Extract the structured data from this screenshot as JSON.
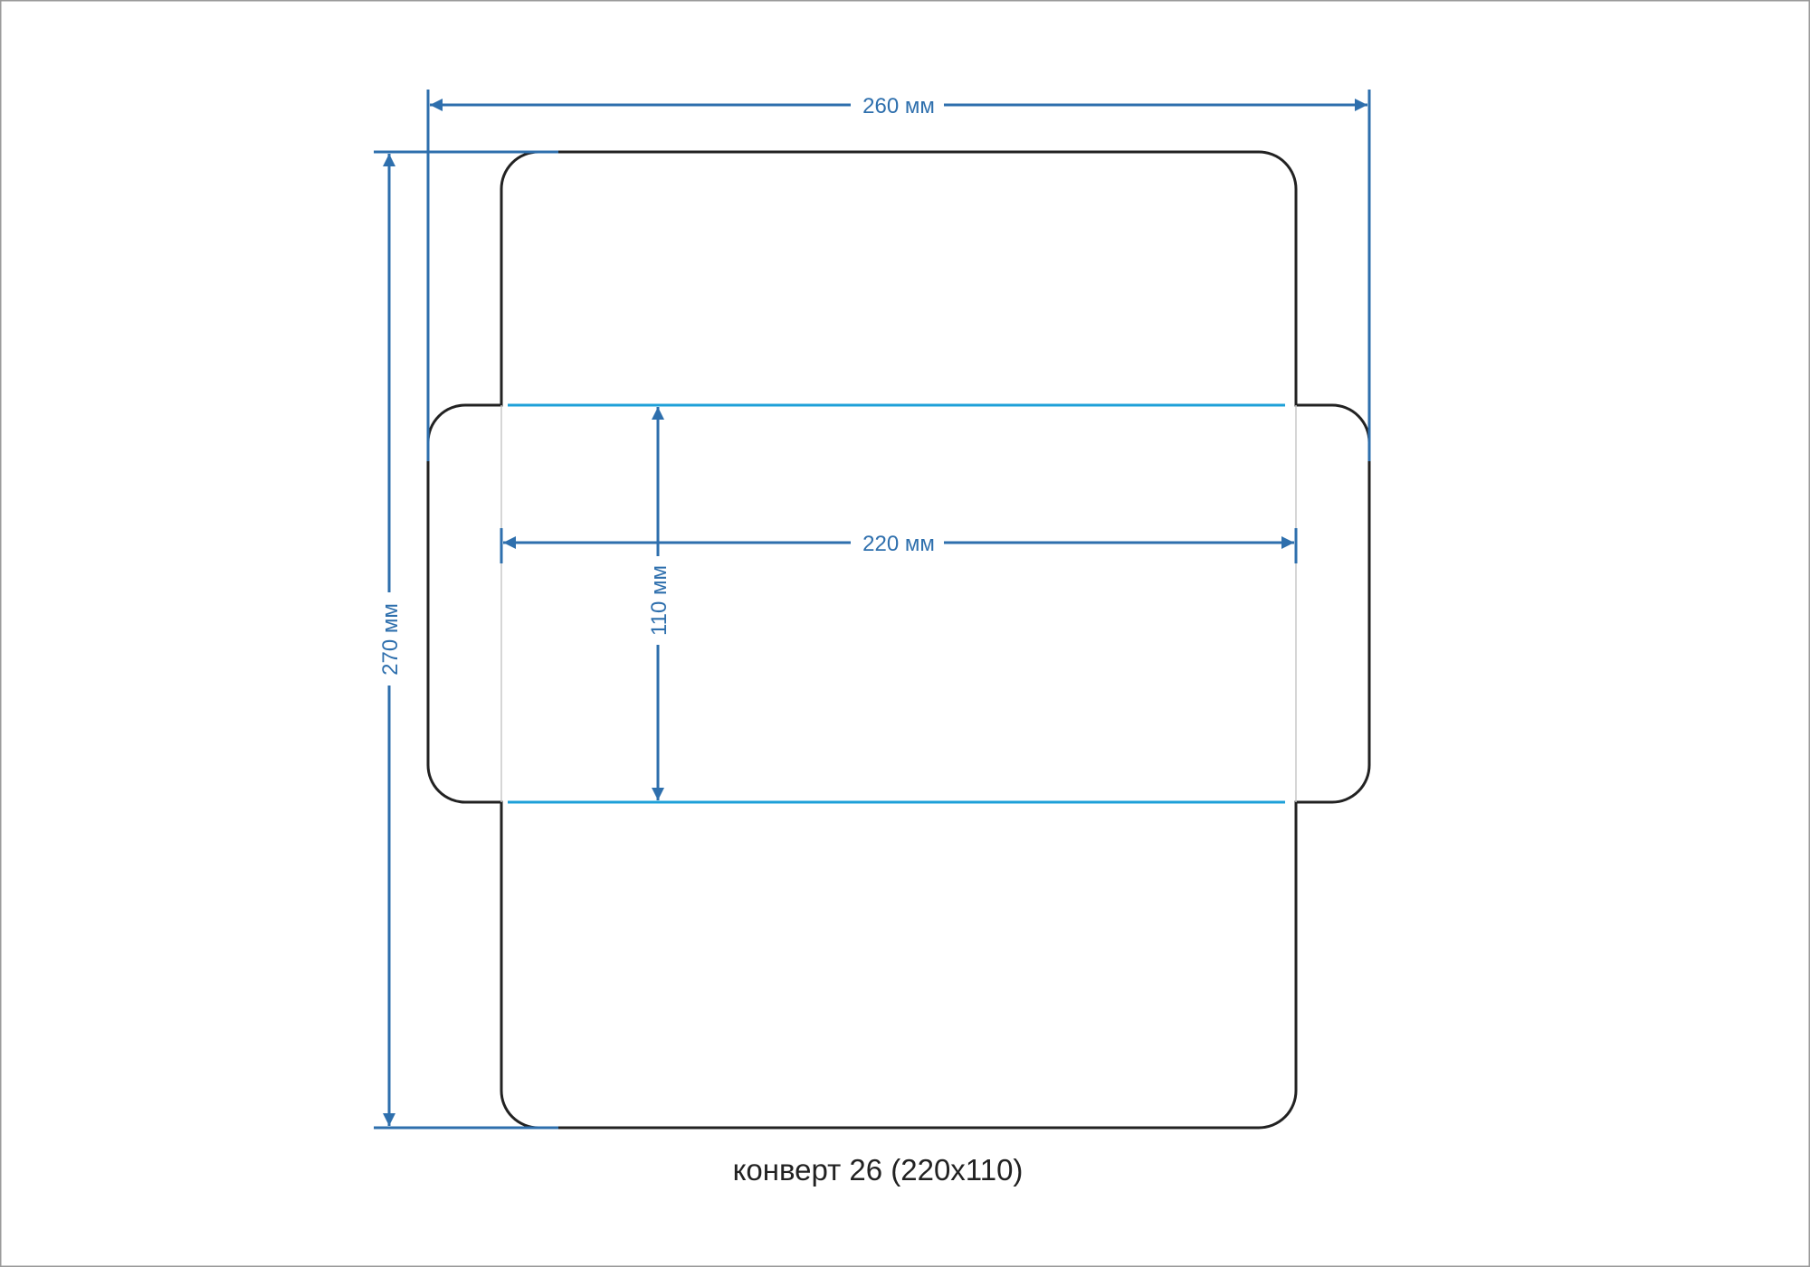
{
  "diagram": {
    "caption": "конверт 26 (220x110)",
    "dimensions": {
      "overall_width": "260 мм",
      "overall_height": "270 мм",
      "inner_width": "220 мм",
      "inner_height": "110 мм"
    },
    "colors": {
      "outline": "#222222",
      "dimension": "#2e6fad",
      "fold_line": "#1ea0d8",
      "frame": "#9a9a9a"
    }
  }
}
